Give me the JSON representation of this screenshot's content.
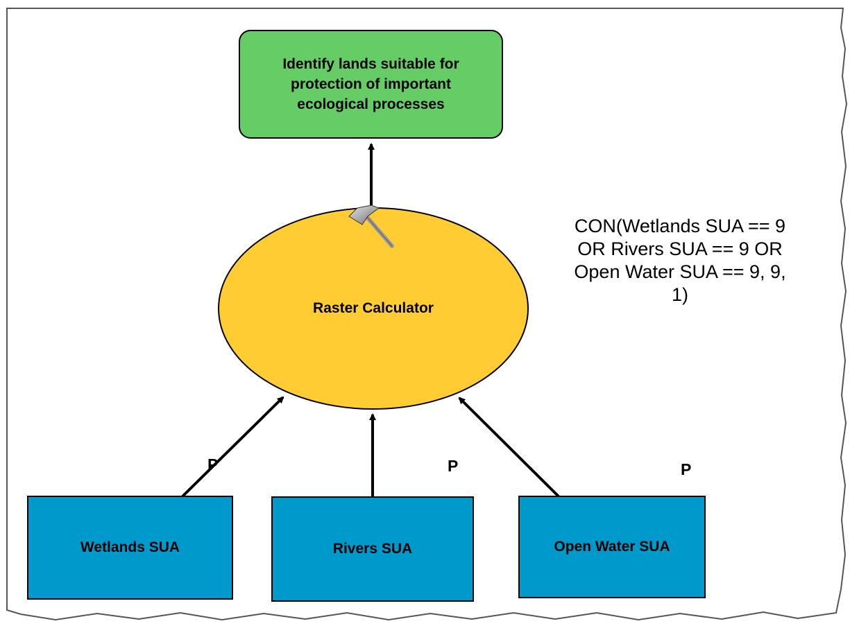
{
  "output_node": {
    "label": "Identify lands suitable for protection of important ecological processes"
  },
  "tool_node": {
    "label": "Raster Calculator",
    "icon": "hammer-icon"
  },
  "inputs": [
    {
      "label": "Wetlands SUA",
      "param_marker": "P"
    },
    {
      "label": "Rivers SUA",
      "param_marker": "P"
    },
    {
      "label": "Open Water SUA",
      "param_marker": "P"
    }
  ],
  "expression": {
    "lines": [
      "CON(Wetlands SUA == 9",
      "OR Rivers SUA == 9 OR",
      "Open Water SUA == 9, 9,",
      "1)"
    ]
  },
  "colors": {
    "output_fill": "#66CC66",
    "tool_fill": "#FFCC33",
    "input_fill": "#0099CC",
    "stroke": "#000000"
  }
}
